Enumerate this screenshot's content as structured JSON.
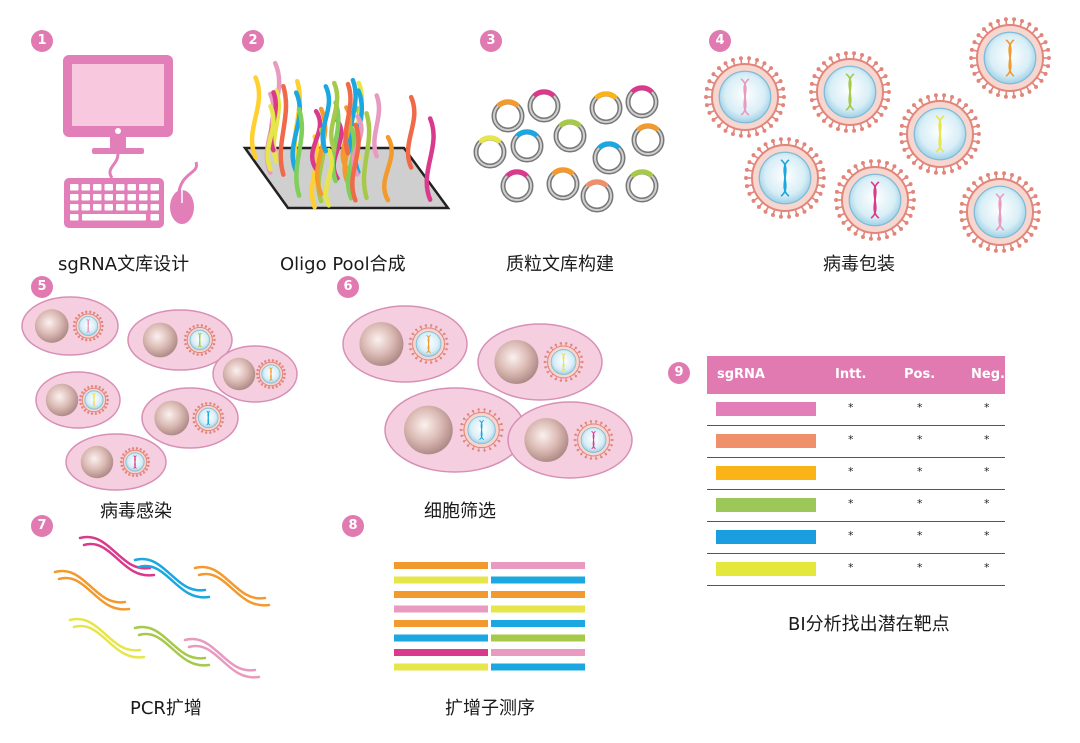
{
  "steps": [
    {
      "num": "1",
      "label": "sgRNA文库设计"
    },
    {
      "num": "2",
      "label": "Oligo Pool合成"
    },
    {
      "num": "3",
      "label": "质粒文库构建"
    },
    {
      "num": "4",
      "label": "病毒包装"
    },
    {
      "num": "5",
      "label": "病毒感染"
    },
    {
      "num": "6",
      "label": "细胞筛选"
    },
    {
      "num": "7",
      "label": "PCR扩增"
    },
    {
      "num": "8",
      "label": "扩增子测序"
    },
    {
      "num": "9",
      "label": "BI分析找出潜在靶点"
    }
  ],
  "table": {
    "headers": [
      "sgRNA",
      "Intt.",
      "Pos.",
      "Neg."
    ],
    "rows": [
      {
        "color": "#e27fb8",
        "intt": "*",
        "pos": "*",
        "neg": "*"
      },
      {
        "color": "#f0906a",
        "intt": "*",
        "pos": "*",
        "neg": "*"
      },
      {
        "color": "#fbb418",
        "intt": "*",
        "pos": "*",
        "neg": "*"
      },
      {
        "color": "#9cc85a",
        "intt": "*",
        "pos": "*",
        "neg": "*"
      },
      {
        "color": "#1a9ee0",
        "intt": "*",
        "pos": "*",
        "neg": "*"
      },
      {
        "color": "#e4e83a",
        "intt": "*",
        "pos": "*",
        "neg": "*"
      }
    ]
  },
  "colors": {
    "accent_pink": "#e07ab0",
    "monitor_pink": "#e27fb8",
    "screen_pink": "#f8c8de",
    "cell_pink": "#f5cfe0",
    "orange": "#f39a2e",
    "magenta": "#d93a8c",
    "blue": "#1ba7e0",
    "green": "#a6c94a",
    "yellow": "#e6e64a",
    "light_pink": "#e89ac0"
  }
}
